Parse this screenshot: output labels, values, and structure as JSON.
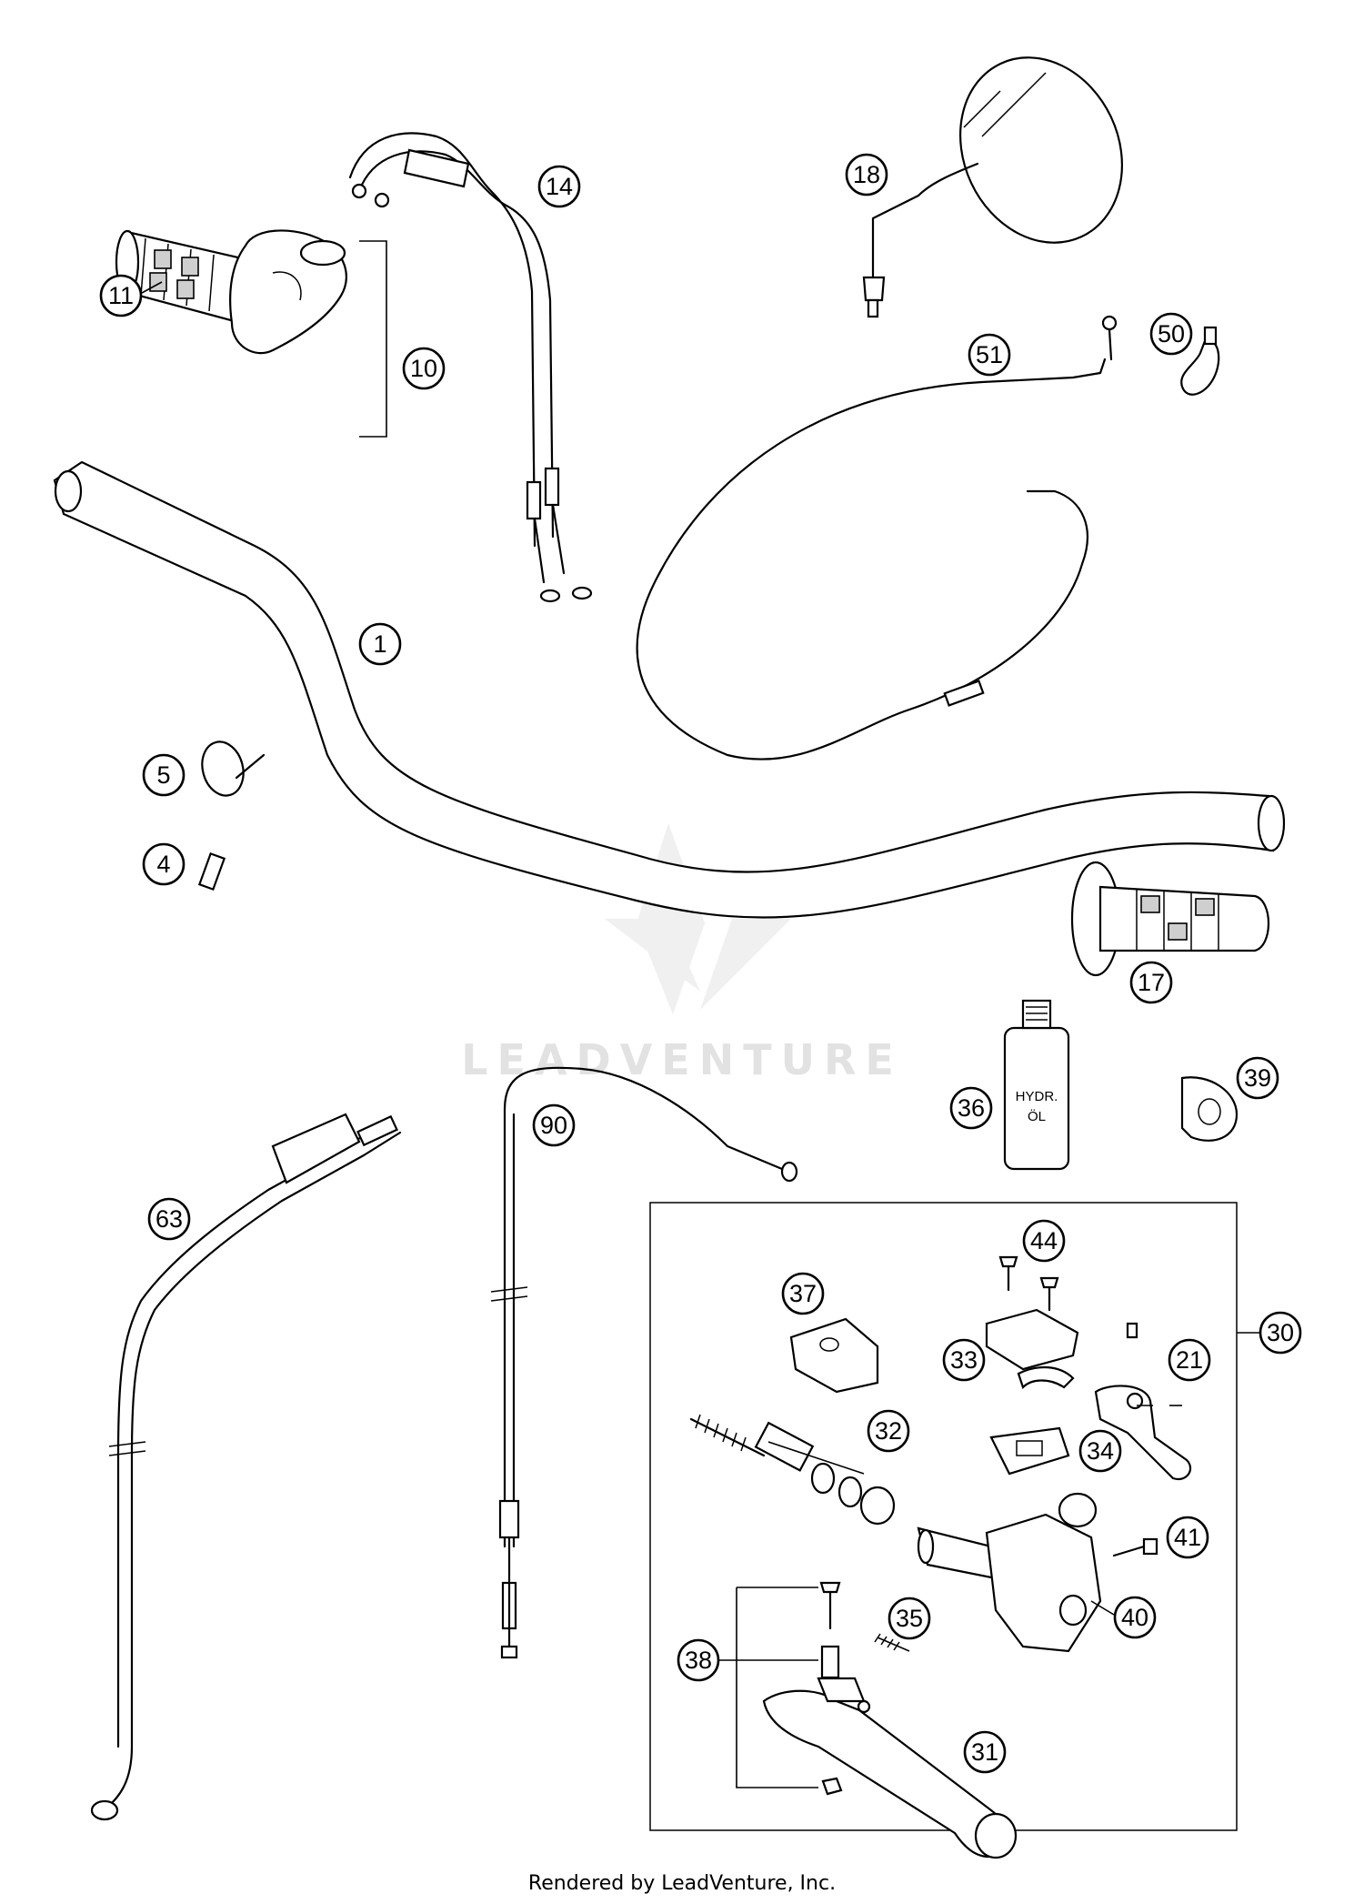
{
  "footer": "Rendered by LeadVenture, Inc.",
  "watermark": "LEADVENTURE",
  "bottle_label": [
    "HYDR.",
    "ÖL"
  ],
  "callouts": {
    "c1": "1",
    "c4": "4",
    "c5": "5",
    "c10": "10",
    "c11": "11",
    "c14": "14",
    "c17": "17",
    "c18": "18",
    "c21": "21",
    "c30": "30",
    "c31": "31",
    "c32": "32",
    "c33": "33",
    "c34": "34",
    "c35": "35",
    "c36": "36",
    "c37": "37",
    "c38": "38",
    "c39": "39",
    "c40": "40",
    "c41": "41",
    "c44": "44",
    "c50": "50",
    "c51": "51",
    "c63": "63",
    "c90": "90"
  }
}
